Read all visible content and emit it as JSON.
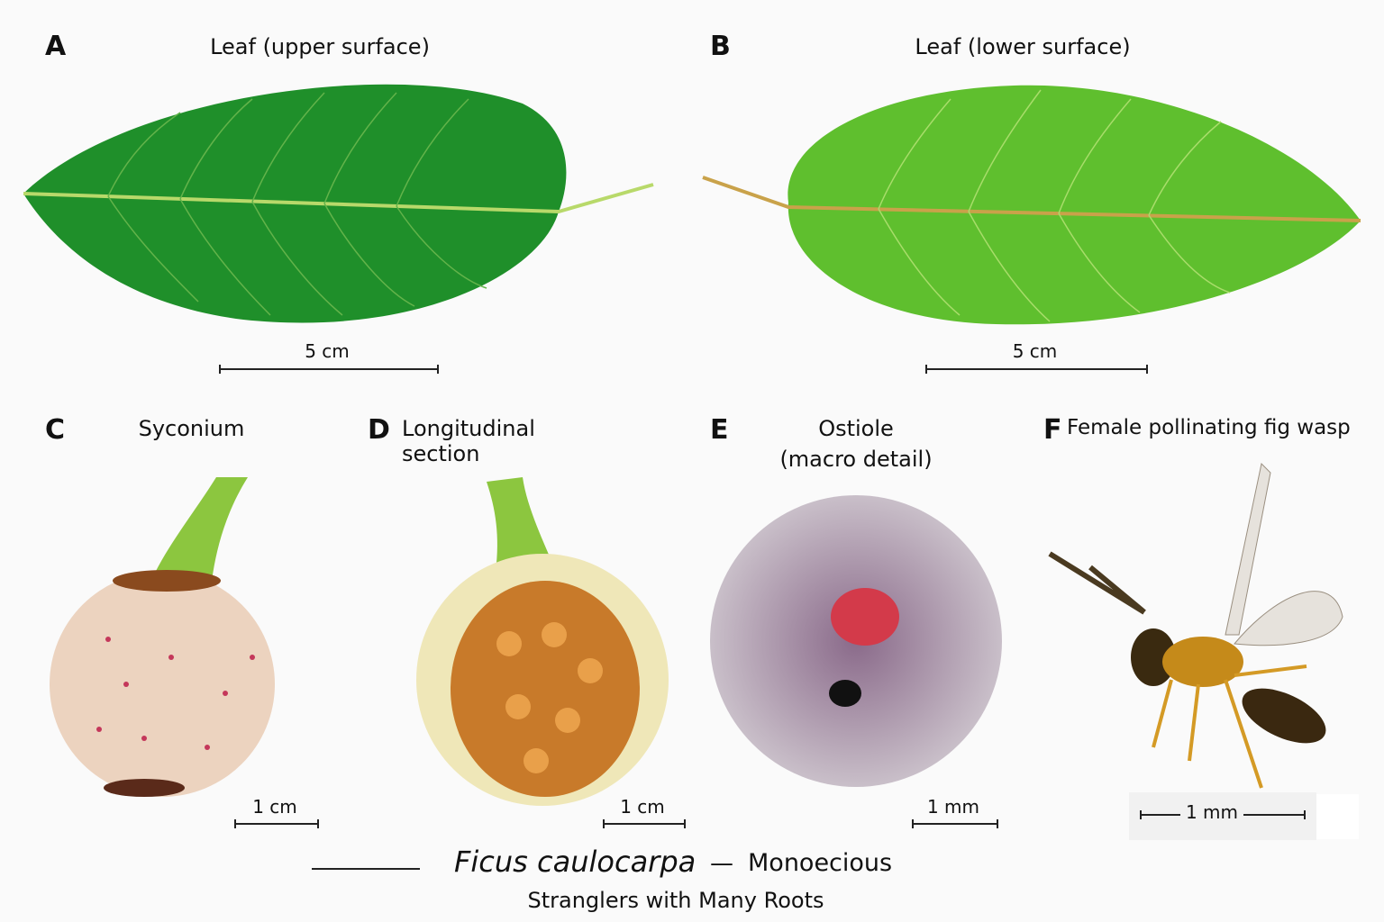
{
  "panels": [
    {
      "letter": "A",
      "title": "Leaf (upper surface)",
      "scale": "5 cm"
    },
    {
      "letter": "B",
      "title": "Leaf (lower surface)",
      "scale": "5 cm"
    },
    {
      "letter": "C",
      "title": "Syconium",
      "scale": "1 cm"
    },
    {
      "letter": "D",
      "title": "Longitudinal section",
      "scale": "1 cm"
    },
    {
      "letter": "E",
      "title_line1": "Ostiole",
      "title_line2": "(macro detail)",
      "scale": "1 mm"
    },
    {
      "letter": "F",
      "title": "Female pollinating fig wasp",
      "scale": "1 mm"
    }
  ],
  "caption": {
    "species": "Ficus caulocarpa",
    "dash": "—",
    "sex_system": "Monoecious",
    "subtitle": "Stranglers with Many Roots"
  },
  "colors": {
    "leaf_upper": "#1f8f2a",
    "leaf_lower": "#5fbf2e",
    "fig_skin": "#ecd3bf",
    "wasp_body": "#c58a1a"
  }
}
